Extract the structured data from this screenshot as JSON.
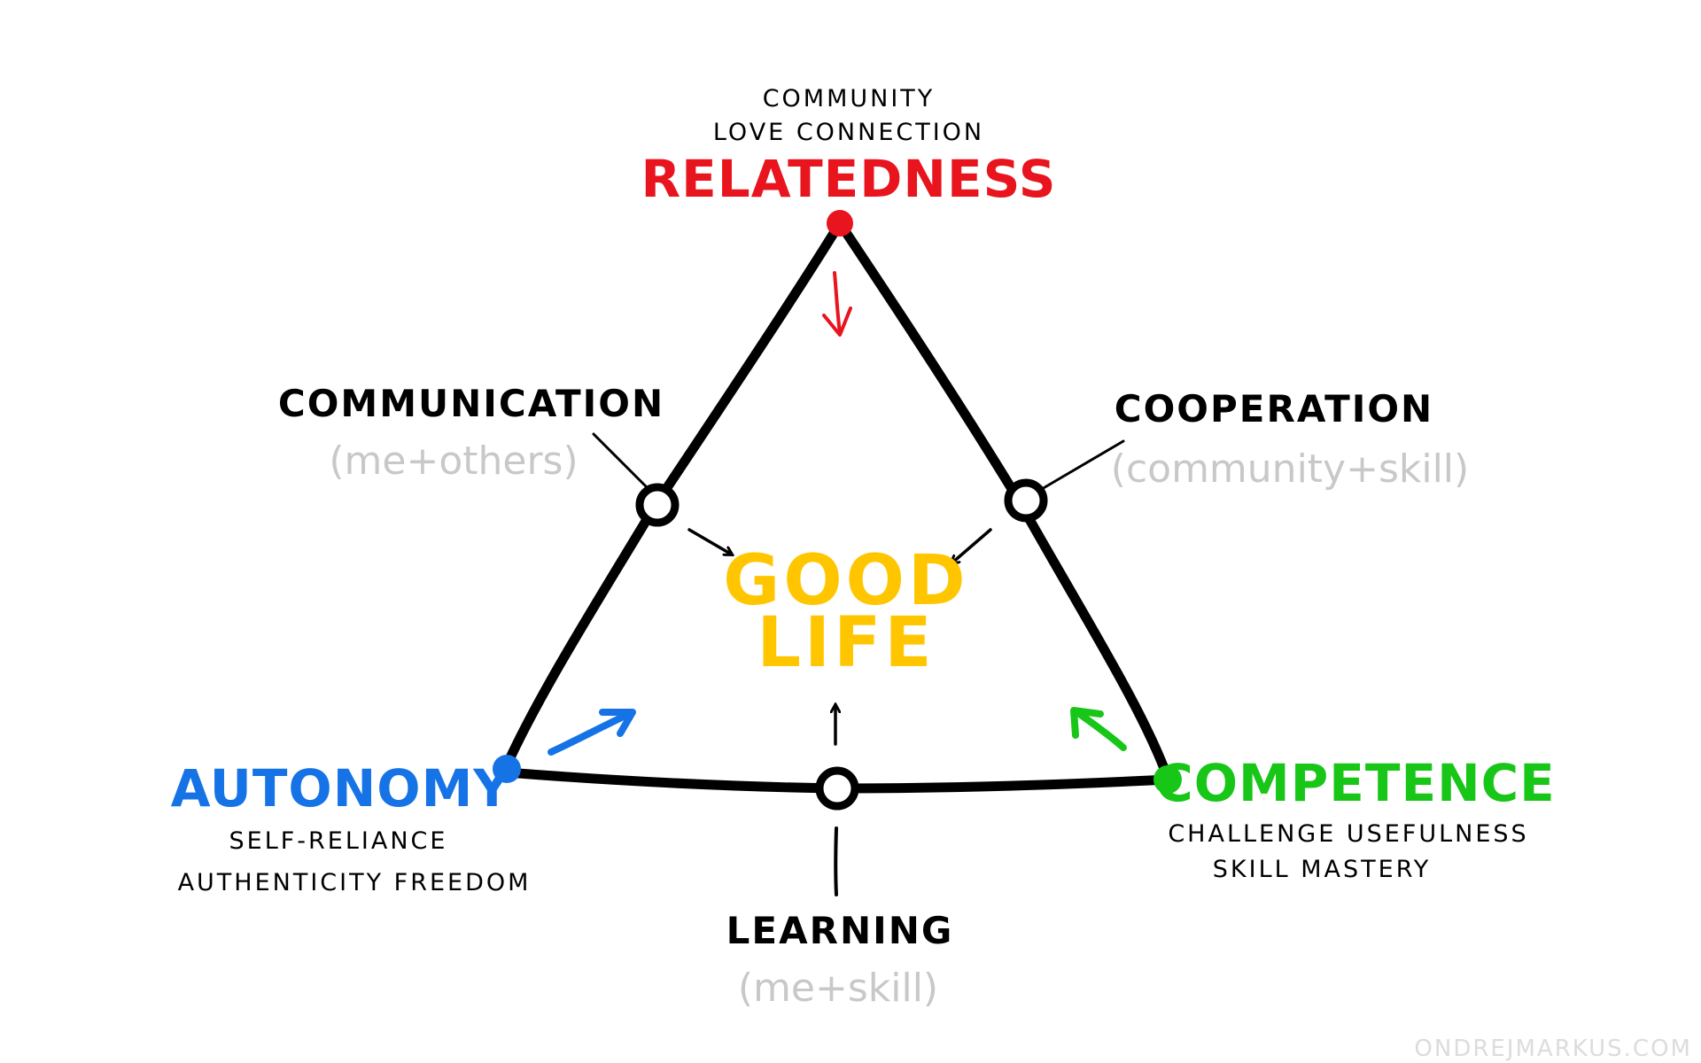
{
  "center": {
    "line1": "GOOD",
    "line2": "LIFE",
    "color": "#FFC600"
  },
  "relatedness": {
    "title": "RELATEDNESS",
    "color": "#E8141E",
    "keywords_line1": "COMMUNITY",
    "keywords_line2": "LOVE CONNECTION"
  },
  "autonomy": {
    "title": "AUTONOMY",
    "color": "#1673E6",
    "keywords_line1": "SELF-RELIANCE",
    "keywords_line2": "AUTHENTICITY FREEDOM"
  },
  "competence": {
    "title": "COMPETENCE",
    "color": "#18C618",
    "keywords_line1": "CHALLENGE USEFULNESS",
    "keywords_line2": "SKILL MASTERY"
  },
  "communication": {
    "label": "COMMUNICATION",
    "formula": "(me+others)"
  },
  "cooperation": {
    "label": "COOPERATION",
    "formula": "(community+skill)"
  },
  "learning": {
    "label": "LEARNING",
    "formula": "(me+skill)"
  },
  "credit": "ONDREJMARKUS.COM",
  "colors": {
    "ink": "#000000",
    "formula_gray": "#C8C8C8",
    "credit_gray": "#DCDCDC"
  }
}
